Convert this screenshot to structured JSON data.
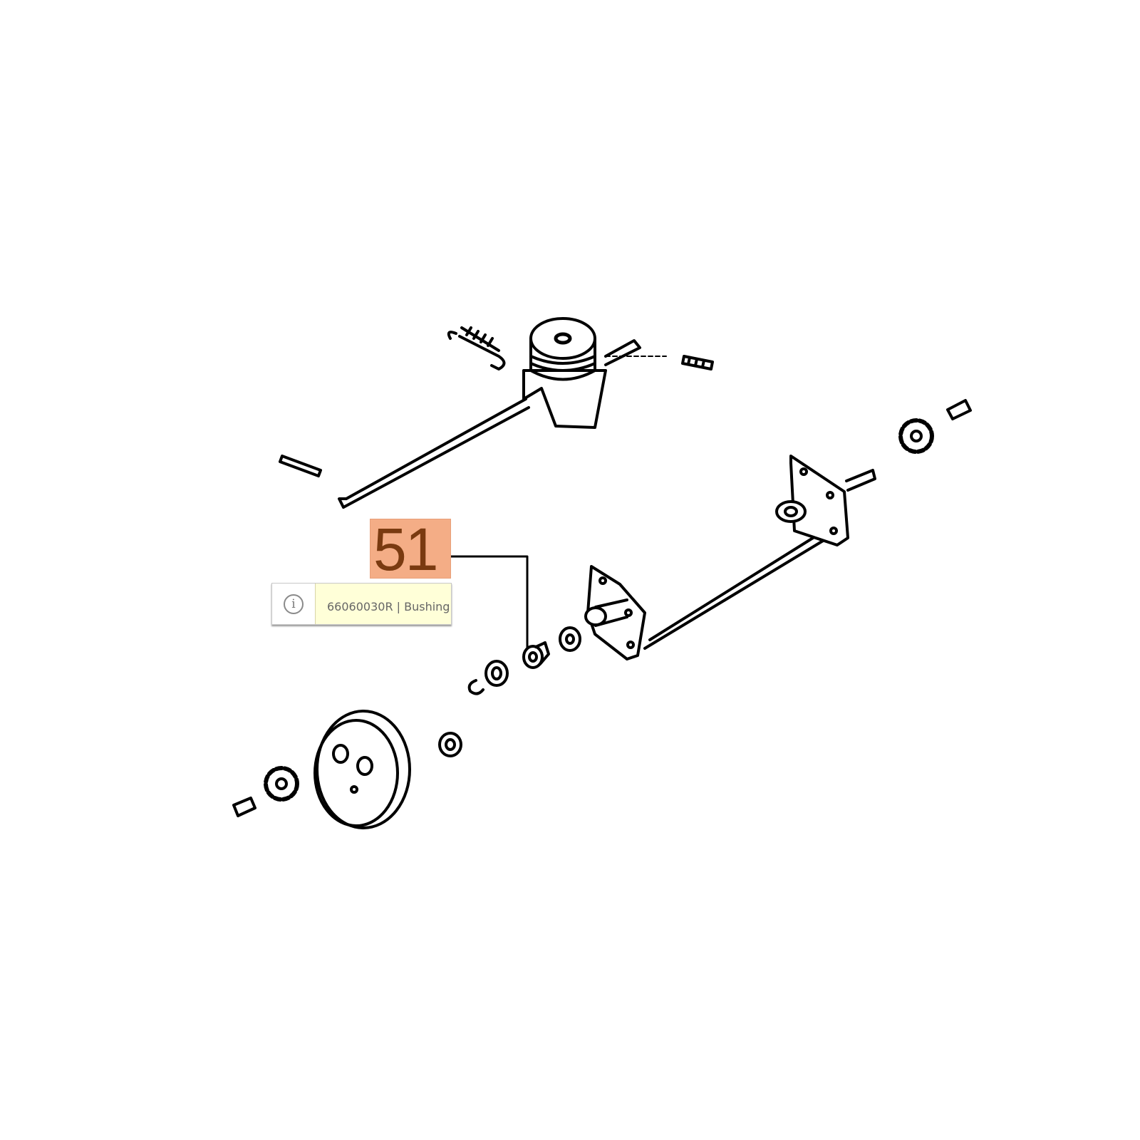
{
  "callout": {
    "number": "51",
    "color": "#f4ad86"
  },
  "tooltip": {
    "icon": "info-icon",
    "icon_glyph": "i",
    "text": "66060030R | Bushing"
  }
}
